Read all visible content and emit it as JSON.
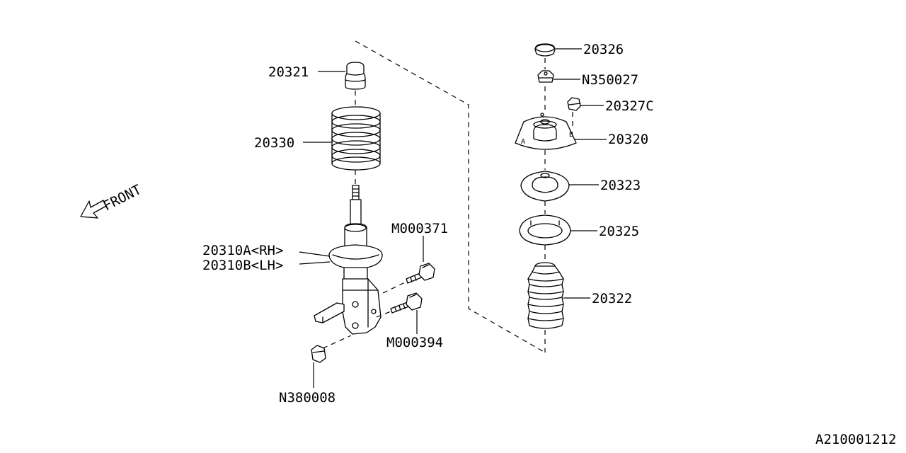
{
  "diagram": {
    "front_label": "FRONT",
    "mark_a": "A",
    "mark_b": "B",
    "diagram_id": "A210001212",
    "parts": {
      "p20321": "20321",
      "p20330": "20330",
      "p20310a": "20310A<RH>",
      "p20310b": "20310B<LH>",
      "m000371": "M000371",
      "m000394": "M000394",
      "n380008": "N380008",
      "p20326": "20326",
      "n350027": "N350027",
      "p20327c": "20327C",
      "p20320": "20320",
      "p20323": "20323",
      "p20325": "20325",
      "p20322": "20322"
    }
  }
}
